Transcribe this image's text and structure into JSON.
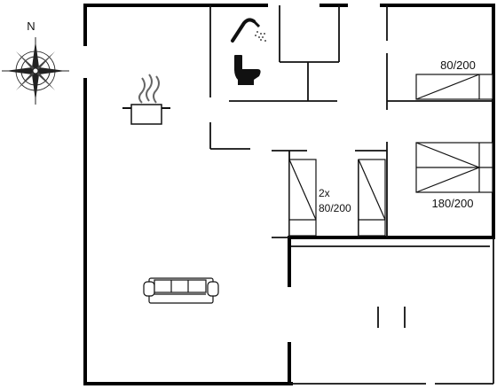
{
  "compass": {
    "north_label": "N",
    "icon": "compass-rose-icon"
  },
  "rooms": {
    "kitchen": {
      "icon": "cooking-pot-icon"
    },
    "bathroom": {
      "icons": [
        "shower-icon",
        "toilet-icon"
      ]
    },
    "living": {
      "icon": "sofa-icon"
    }
  },
  "beds": {
    "single_top": {
      "size": "80/200"
    },
    "double_right": {
      "size": "180/200"
    },
    "bunk_middle": {
      "count": "2x",
      "size": "80/200"
    }
  },
  "colors": {
    "wall": "#000000",
    "line": "#222222",
    "background": "#ffffff"
  }
}
